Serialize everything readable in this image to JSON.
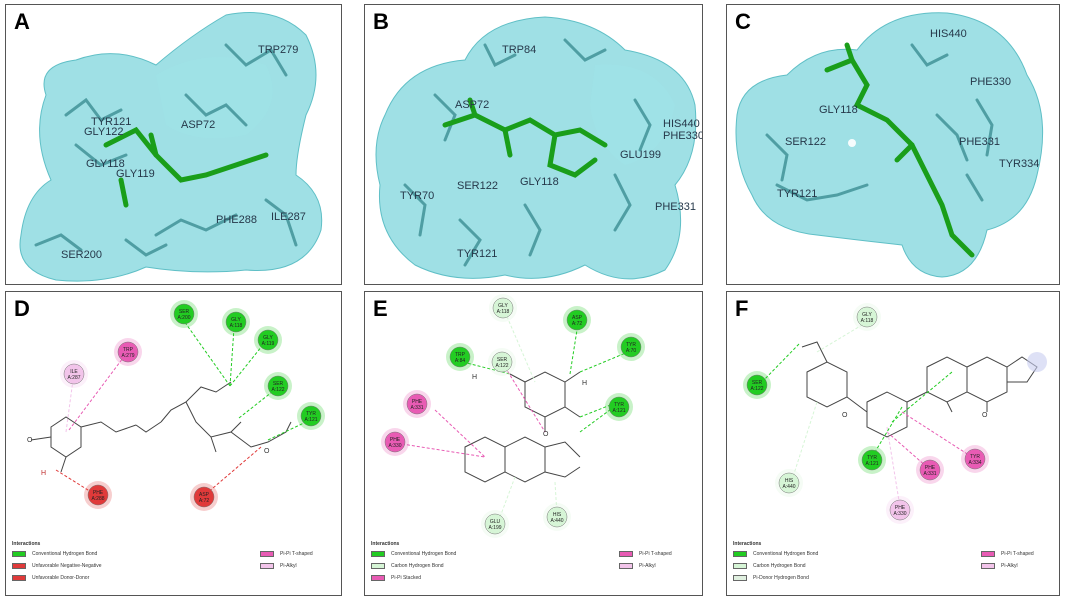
{
  "panels": {
    "A": {
      "letter": "A",
      "residues": [
        "TRP279",
        "TYR121",
        "GLY122",
        "ASP72",
        "GLY118",
        "GLY119",
        "PHE288",
        "ILE287",
        "SER200"
      ]
    },
    "B": {
      "letter": "B",
      "residues": [
        "TRP84",
        "ASP72",
        "HIS440",
        "PHE330",
        "GLU199",
        "TYR70",
        "SER122",
        "GLY118",
        "PHE331",
        "TYR121"
      ]
    },
    "C": {
      "letter": "C",
      "residues": [
        "HIS440",
        "GLY118",
        "PHE330",
        "SER122",
        "PHE331",
        "TYR334",
        "TYR121"
      ]
    },
    "D": {
      "letter": "D",
      "residues": [
        {
          "name": "SER",
          "id": "A:200",
          "type": "hbond"
        },
        {
          "name": "GLY",
          "id": "A:118",
          "type": "hbond"
        },
        {
          "name": "GLY",
          "id": "A:119",
          "type": "hbond"
        },
        {
          "name": "TRP",
          "id": "A:279",
          "type": "pi_t"
        },
        {
          "name": "ILE",
          "id": "A:287",
          "type": "pi_alkyl"
        },
        {
          "name": "SER",
          "id": "A:122",
          "type": "hbond"
        },
        {
          "name": "TYR",
          "id": "A:121",
          "type": "hbond"
        },
        {
          "name": "PHE",
          "id": "A:288",
          "type": "unfav"
        },
        {
          "name": "ASP",
          "id": "A:72",
          "type": "unfav"
        }
      ],
      "atom_labels": {
        "o1": "O",
        "h1": "H",
        "o2": "O"
      },
      "legend": {
        "title": "Interactions",
        "left": [
          "Conventional Hydrogen Bond",
          "Unfavorable Negative-Negative",
          "Unfavorable Donor-Donor"
        ],
        "right": [
          "Pi-Pi T-shaped",
          "Pi-Alkyl"
        ]
      }
    },
    "E": {
      "letter": "E",
      "residues": [
        {
          "name": "GLY",
          "id": "A:118",
          "type": "ch"
        },
        {
          "name": "ASP",
          "id": "A:72",
          "type": "hbond"
        },
        {
          "name": "TRP",
          "id": "A:84",
          "type": "hbond"
        },
        {
          "name": "TYR",
          "id": "A:70",
          "type": "hbond"
        },
        {
          "name": "SER",
          "id": "A:122",
          "type": "ch"
        },
        {
          "name": "PHE",
          "id": "A:331",
          "type": "pi_stack"
        },
        {
          "name": "TYR",
          "id": "A:121",
          "type": "hbond"
        },
        {
          "name": "PHE",
          "id": "A:330",
          "type": "pi_stack"
        },
        {
          "name": "GLU",
          "id": "A:199",
          "type": "ch"
        },
        {
          "name": "HIS",
          "id": "A:440",
          "type": "ch"
        }
      ],
      "atom_labels": {
        "h1": "H",
        "o1": "O",
        "h2": "H"
      },
      "legend": {
        "title": "Interactions",
        "left": [
          "Conventional Hydrogen Bond",
          "Carbon Hydrogen Bond",
          "Pi-Pi Stacked"
        ],
        "right": [
          "Pi-Pi T-shaped",
          "Pi-Alkyl"
        ]
      }
    },
    "F": {
      "letter": "F",
      "residues": [
        {
          "name": "GLY",
          "id": "A:118",
          "type": "ch"
        },
        {
          "name": "SER",
          "id": "A:122",
          "type": "hbond"
        },
        {
          "name": "TYR",
          "id": "A:121",
          "type": "hbond"
        },
        {
          "name": "HIS",
          "id": "A:440",
          "type": "ch"
        },
        {
          "name": "PHE",
          "id": "A:331",
          "type": "pi_t"
        },
        {
          "name": "TYR",
          "id": "A:334",
          "type": "pi_t"
        },
        {
          "name": "PHE",
          "id": "A:330",
          "type": "pi_alkyl"
        }
      ],
      "atom_labels": {
        "o1": "O",
        "o2": "O"
      },
      "legend": {
        "title": "Interactions",
        "left": [
          "Conventional Hydrogen Bond",
          "Carbon Hydrogen Bond",
          "Pi-Donor Hydrogen Bond"
        ],
        "right": [
          "Pi-Pi T-shaped",
          "Pi-Alkyl"
        ]
      }
    }
  },
  "colors": {
    "surface": "#7fd6dc",
    "stick": "#4f9ea3",
    "ligand": "#1a9e1a",
    "hbond": "#22cc22",
    "ch": "#d6f5d6",
    "pi_t": "#e85bb4",
    "pi_alkyl": "#f2c4ea",
    "pi_stack": "#e85bb4",
    "unfav": "#e03a3a",
    "pi_donor": "#e0f0e0"
  }
}
